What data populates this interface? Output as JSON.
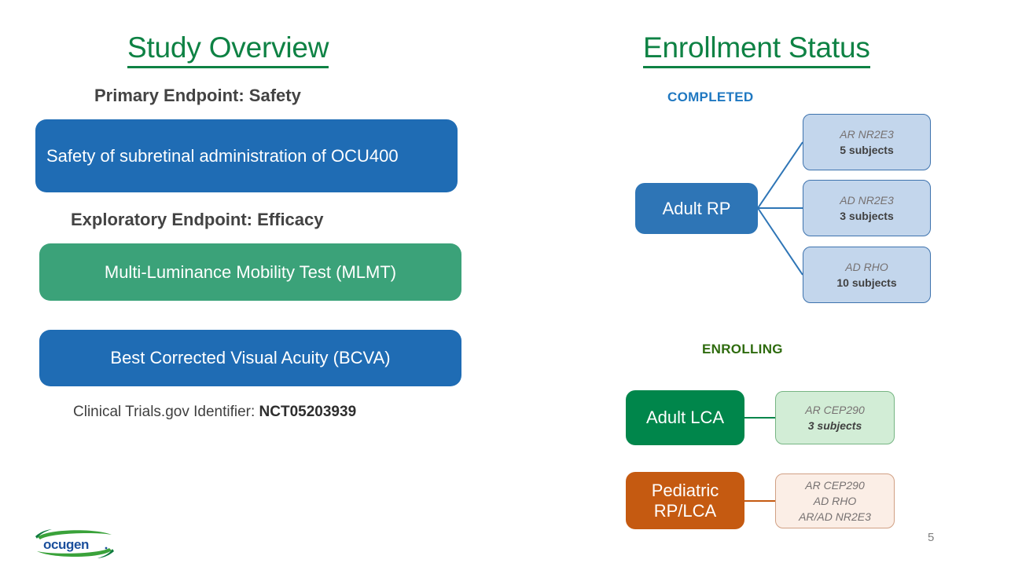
{
  "slide": {
    "page_number": "5",
    "logo_text": "ocugen",
    "logo_mark": "ocugen-logo"
  },
  "colors": {
    "title_green": "#0E8244",
    "pill_blue": "#1F6CB4",
    "pill_green": "#3BA279",
    "group_blue": "#2E75B6",
    "group_green": "#00864B",
    "group_orange": "#C55A11",
    "cohort_blue_fill": "#C3D6EC",
    "cohort_blue_border": "#3E73AE",
    "cohort_green_fill": "#D2EDD6",
    "cohort_green_border": "#76B583",
    "cohort_orange_fill": "#FBEEE6",
    "cohort_orange_border": "#D1A084",
    "completed_label": "#1F78C1",
    "enrolling_label": "#2E6B0E",
    "connector_line": "#2E75B6"
  },
  "study_overview": {
    "title": "Study Overview",
    "primary_endpoint_label": "Primary Endpoint: Safety",
    "primary_endpoint_pill": "Safety of subretinal administration of OCU400",
    "exploratory_endpoint_label": "Exploratory Endpoint: Efficacy",
    "exploratory_pills": [
      {
        "label": "Multi-Luminance Mobility Test (MLMT)",
        "color": "green"
      },
      {
        "label": "Best Corrected Visual Acuity (BCVA)",
        "color": "blue"
      }
    ],
    "identifier_prefix": "Clinical Trials.gov Identifier: ",
    "identifier_value": "NCT05203939"
  },
  "enrollment_status": {
    "title": "Enrollment Status",
    "sections": [
      {
        "heading": "COMPLETED",
        "group": "Adult RP",
        "cohorts": [
          {
            "gene": "AR NR2E3",
            "count": "5 subjects"
          },
          {
            "gene": "AD NR2E3",
            "count": "3 subjects"
          },
          {
            "gene": "AD RHO",
            "count": "10 subjects"
          }
        ]
      },
      {
        "heading": "ENROLLING",
        "groups": [
          {
            "group": "Adult LCA",
            "cohort": {
              "gene": "AR CEP290",
              "count": "3 subjects"
            }
          },
          {
            "group_line_1": "Pediatric",
            "group_line_2": "RP/LCA",
            "cohort_lines": [
              "AR CEP290",
              "AD RHO",
              "AR/AD NR2E3"
            ]
          }
        ]
      }
    ]
  }
}
